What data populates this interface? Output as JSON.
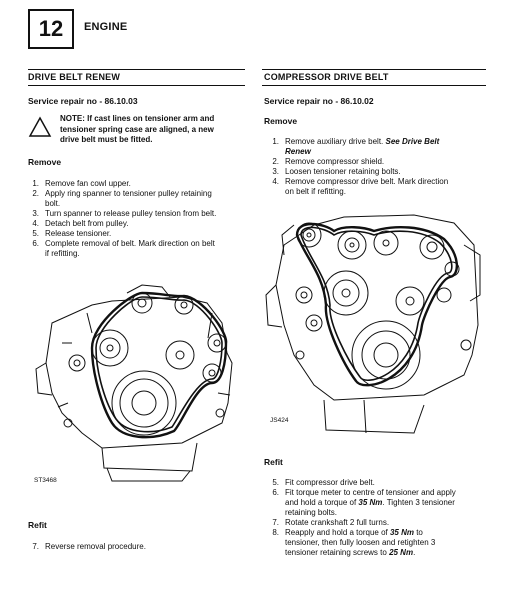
{
  "header": {
    "page_number": "12",
    "section": "ENGINE"
  },
  "left": {
    "title": "DRIVE BELT RENEW",
    "service_repair": "Service repair no - 86.10.03",
    "note": {
      "prefix": "NOTE:",
      "line1": " If cast lines on tensioner arm and",
      "line2": "tensioner spring case are aligned, a new",
      "line3": "drive belt must be fitted."
    },
    "remove_label": "Remove",
    "remove_steps": [
      {
        "n": "1.",
        "lines": [
          "Remove fan cowl upper."
        ]
      },
      {
        "n": "2.",
        "lines": [
          "Apply ring spanner to tensioner pulley retaining",
          "bolt."
        ]
      },
      {
        "n": "3.",
        "lines": [
          "Turn spanner to release pulley tension from belt."
        ]
      },
      {
        "n": "4.",
        "lines": [
          "Detach belt from pulley."
        ]
      },
      {
        "n": "5.",
        "lines": [
          "Release tensioner."
        ]
      },
      {
        "n": "6.",
        "lines": [
          "Complete removal of belt. Mark direction on belt",
          "if refitting."
        ]
      }
    ],
    "figure_label": "ST3468",
    "refit_label": "Refit",
    "refit_steps": [
      {
        "n": "7.",
        "lines": [
          "Reverse removal procedure."
        ]
      }
    ]
  },
  "right": {
    "title": "COMPRESSOR DRIVE BELT",
    "service_repair": "Service repair no - 86.10.02",
    "remove_label": "Remove",
    "step1": {
      "n": "1.",
      "text": "Remove auxiliary drive belt. ",
      "ref1": "See  Drive Belt",
      "ref2": "Renew"
    },
    "remove_steps": [
      {
        "n": "2.",
        "lines": [
          "Remove compressor shield."
        ]
      },
      {
        "n": "3.",
        "lines": [
          "Loosen tensioner retaining bolts."
        ]
      },
      {
        "n": "4.",
        "lines": [
          "Remove compressor drive belt. Mark direction",
          "on belt if refitting."
        ]
      }
    ],
    "figure_label": "JS424",
    "refit_label": "Refit",
    "refit_step5": {
      "n": "5.",
      "text": "Fit compressor drive belt."
    },
    "refit_step6": {
      "n": "6.",
      "a": "Fit torque meter to centre of tensioner and apply",
      "b": "and hold a torque of ",
      "torque": "35 Nm",
      "c": ".  Tighten 3 tensioner",
      "d": "retaining bolts."
    },
    "refit_step7": {
      "n": "7.",
      "text": "Rotate crankshaft 2 full turns."
    },
    "refit_step8": {
      "n": "8.",
      "a": "Reapply and hold a torque of ",
      "torque1": "35 Nm",
      "b": " to",
      "c": "tensioner, then fully loosen and retighten 3",
      "d": "tensioner retaining screws to ",
      "torque2": "25 Nm",
      "e": "."
    }
  }
}
